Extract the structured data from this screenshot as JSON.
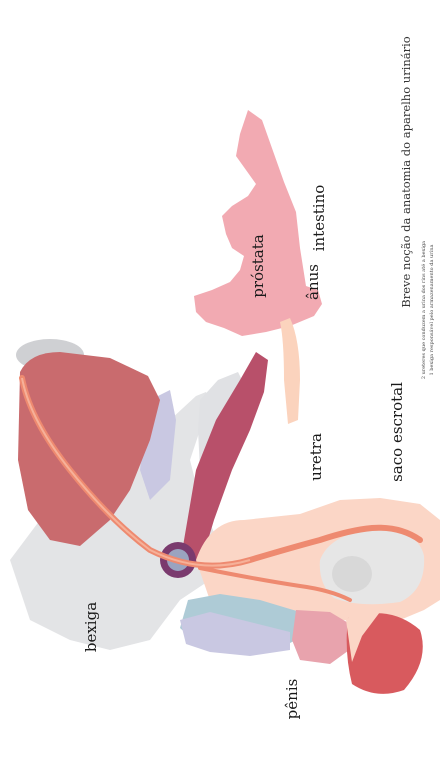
{
  "diagram": {
    "title": "Breve noção da anatomia do aparelho urinário",
    "notes": [
      "2 ureteres que conduzem a urina dos rins até a bexiga",
      "1 bexiga responsável pelo armazenamento da urina"
    ],
    "labels": {
      "intestino": "intestino",
      "prostata": "próstata",
      "anus": "ânus",
      "saco_escrotal": "saco escrotal",
      "uretra": "uretra",
      "bexiga": "bexiga",
      "penis": "pênis"
    },
    "colors": {
      "pelvic_bone": "#e3e4e6",
      "bladder": "#c96b6e",
      "intestine": "#f2aab2",
      "prostate": "#b8506a",
      "urethra": "#ee8a70",
      "scrotum": "#fbd6c6",
      "testis": "#e6e6e6",
      "penis_glans": "#d85a5e",
      "penis_shaft": "#aecbd6",
      "seminal_vesicle": "#c9c8e2"
    }
  }
}
